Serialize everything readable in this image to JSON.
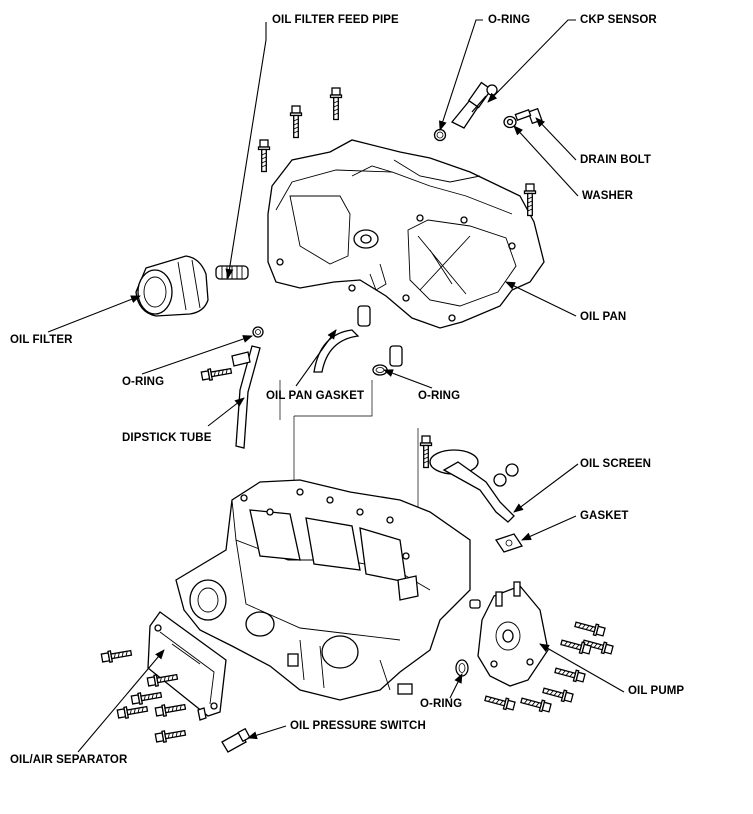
{
  "labels": {
    "oil_filter_feed_pipe": "OIL FILTER FEED PIPE",
    "o_ring_top": "O-RING",
    "ckp_sensor": "CKP SENSOR",
    "drain_bolt": "DRAIN BOLT",
    "washer": "WASHER",
    "oil_pan": "OIL PAN",
    "oil_filter": "OIL FILTER",
    "o_ring_left": "O-RING",
    "oil_pan_gasket": "OIL PAN GASKET",
    "o_ring_mid": "O-RING",
    "dipstick_tube": "DIPSTICK TUBE",
    "oil_screen": "OIL SCREEN",
    "gasket": "GASKET",
    "oil_pump": "OIL PUMP",
    "o_ring_pump": "O-RING",
    "oil_pressure_switch": "OIL PRESSURE SWITCH",
    "oil_air_separator": "OIL/AIR SEPARATOR"
  }
}
